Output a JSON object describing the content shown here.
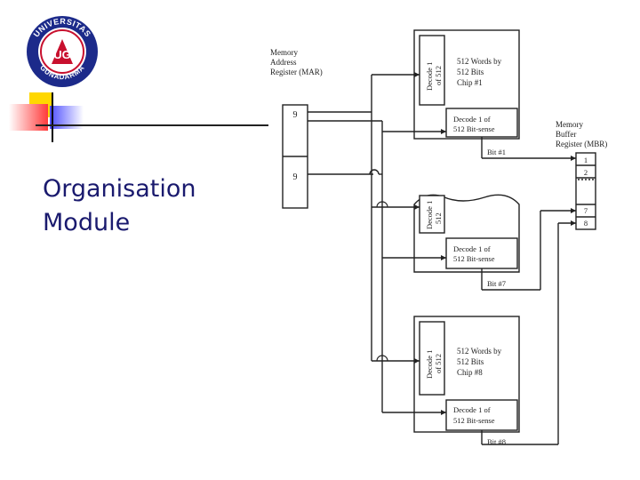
{
  "logo": {
    "ring_text_top": "UNIVERSITAS",
    "ring_text_bottom": "GUNADARMA",
    "center_text": "UG"
  },
  "slide": {
    "title_line1": "Organisation",
    "title_line2": "Module"
  },
  "colors": {
    "title": "#1a1a6e",
    "deco_yellow": "#ffd700",
    "deco_red": "#ff3a3a",
    "deco_blue": "#4e4eff",
    "logo_blue": "#1c2a8a",
    "logo_red": "#c8102e"
  },
  "diagram": {
    "mar_label": [
      "Memory",
      "Address",
      "Register (MAR)"
    ],
    "mar_field_top": "9",
    "mar_field_bottom": "9",
    "mbr_label": [
      "Memory",
      "Buffer",
      "Register (MBR)"
    ],
    "mbr_bits": [
      "1",
      "2",
      "7",
      "8"
    ],
    "chips": [
      {
        "row_decoder": [
          "Decode 1",
          "of 512"
        ],
        "array": [
          "512 Words by",
          "512 Bits",
          "Chip #1"
        ],
        "col_decoder": [
          "Decode 1 of",
          "512 Bit-sense"
        ],
        "bit": "Bit #1"
      },
      {
        "row_decoder": [
          "Decode 1",
          "512"
        ],
        "col_decoder": [
          "Decode 1 of",
          "512 Bit-sense"
        ],
        "bit": "Bit #7"
      },
      {
        "row_decoder": [
          "Decode 1",
          "of 512"
        ],
        "array": [
          "512 Words by",
          "512 Bits",
          "Chip #8"
        ],
        "col_decoder": [
          "Decode 1 of",
          "512 Bit-sense"
        ],
        "bit": "Bit #8"
      }
    ]
  }
}
